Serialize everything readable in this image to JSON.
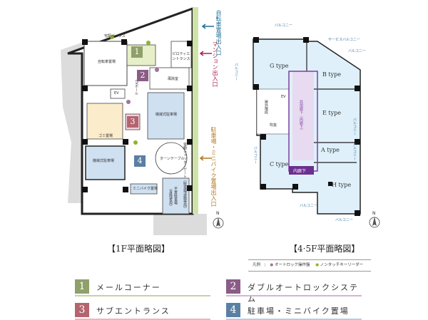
{
  "floor1": {
    "caption": "【1F平面略図】",
    "rooms": {
      "delivery_box": "宅配ボックス",
      "bicycle_parking": "自転車置場",
      "piloti_entrance": "ピロティエントランス",
      "windbreak_room": "風除室",
      "ev_hall": "EVホール",
      "ev": "EV",
      "mechanical_parking_right": "機械式駐車場",
      "garbage": "ゴミ置場",
      "mechanical_parking_left": "機械式駐車場",
      "turntable": "ターンテーブル",
      "shutter_gate": "電動シャッターゲート",
      "minibike": "ミニバイク置場",
      "flat_parking": "平置駐車場",
      "flat_parking_note": "（身障者用）",
      "flat_parking_note2": "（駐車場道路専用）"
    },
    "markers": [
      "1",
      "2",
      "3",
      "4"
    ],
    "entrances": {
      "bicycle": "自転車置場出入口",
      "mansion": "マンション出入口",
      "parking": "駐車場・ミニバイク置場出入口"
    },
    "compass": "N"
  },
  "floor45": {
    "caption": "【4·5F平面略図】",
    "types": [
      "G type",
      "B type",
      "E type",
      "A type",
      "C type",
      "H type"
    ],
    "balcony": "バルコニー",
    "service_balcony": "サービスバルコニー",
    "outdoor_stairs": "屋外階段",
    "void": "吹抜",
    "ev": "EV",
    "corridor": "共用廊下（内廊下）",
    "inner_corridor": "内廊下",
    "compass": "N"
  },
  "legend_box": {
    "title": "凡例",
    "autolock": "オートロック操作盤",
    "nontouch": "ノンタッチキーリーダー",
    "autolock_color": "#a2739b",
    "nontouch_color": "#8db52e"
  },
  "legend": [
    {
      "num": "1",
      "label": "メールコーナー",
      "color": "#8fa06a",
      "line": "#c5d1a8"
    },
    {
      "num": "2",
      "label": "ダブルオートロックシステム",
      "color": "#8a5c86",
      "line": "#d2b4cf"
    },
    {
      "num": "3",
      "label": "サブエントランス",
      "color": "#b5646f",
      "line": "#e8b6c0"
    },
    {
      "num": "4",
      "label": "駐車場・ミニバイク置場",
      "color": "#5a7fa3",
      "line": "#b7cde0"
    }
  ],
  "colors": {
    "entrance_bicycle": "#1f6f95",
    "entrance_mansion": "#b0204a",
    "entrance_parking": "#b07a26",
    "parking_fill": "#cfe0f1",
    "unit_fill": "#dff0fa",
    "corridor": "#7b3fa0"
  }
}
